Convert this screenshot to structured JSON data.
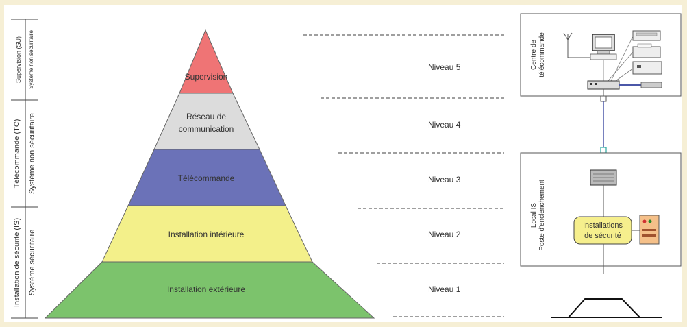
{
  "pyramid": {
    "layers": [
      {
        "label_lines": [
          "Supervision"
        ],
        "color": "#ef7475"
      },
      {
        "label_lines": [
          "Réseau de",
          "communication"
        ],
        "color": "#dcdcdc"
      },
      {
        "label_lines": [
          "Télécommande"
        ],
        "color": "#6b72b8"
      },
      {
        "label_lines": [
          "Installation intérieure"
        ],
        "color": "#f3f08a"
      },
      {
        "label_lines": [
          "Installation extérieure"
        ],
        "color": "#7cc36c"
      }
    ]
  },
  "levels": [
    "Niveau 5",
    "Niveau 4",
    "Niveau 3",
    "Niveau 2",
    "Niveau 1"
  ],
  "side_labels": {
    "su_outer": "Supervision (SU)",
    "su_inner": "Système non sécuritaire",
    "tc_outer": "Télécommande (TC)",
    "tc_inner": "Système non sécuritaire",
    "is_outer": "Installation de sécurité (IS)",
    "is_inner": "Système sécuritaire"
  },
  "right_panel": {
    "centre_label_1": "Centre de",
    "centre_label_2": "télécommande",
    "local_label_1": "Local IS",
    "local_label_2": "Poste d'enclenchement",
    "installations_1": "Installations",
    "installations_2": "de sécurité"
  }
}
